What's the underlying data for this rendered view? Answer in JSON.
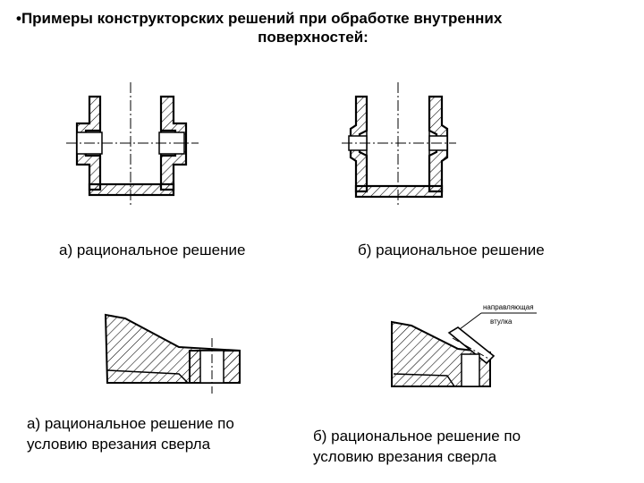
{
  "slide": {
    "title_line1": "•Примеры конструкторских решений при обработке внутренних",
    "title_line2": "поверхностей:"
  },
  "captions": {
    "top_left": "а) рациональное решение",
    "top_right": "б) рациональное решение",
    "bottom_left_line1": "а) рациональное решение по",
    "bottom_left_line2": "условию врезания сверла",
    "bottom_right_line1": "б) рациональное решение по",
    "bottom_right_line2": "условию врезания сверла"
  },
  "figure_labels": {
    "guide_sleeve_line1": "направляющая",
    "guide_sleeve_line2": "втулка"
  }
}
